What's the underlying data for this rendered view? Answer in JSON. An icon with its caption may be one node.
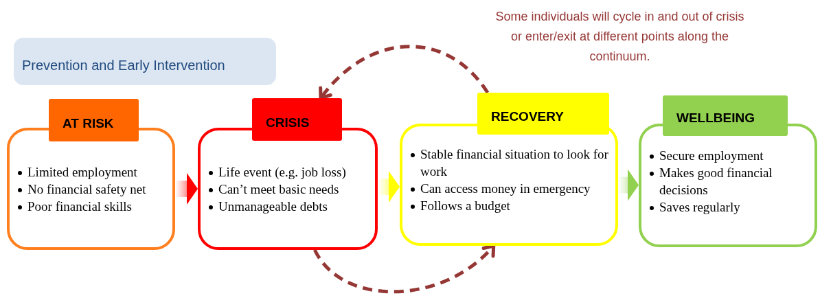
{
  "diagram": {
    "nodes": [
      {
        "text": [
          "Prevention and Early Intervention"
        ]
      },
      {
        "text": [
          "AT RISK",
          "Limited employment",
          "No financial safety net",
          "Poor financial skills"
        ]
      },
      {
        "text": [
          "CRISIS",
          "Life event (e.g. job loss)",
          "Can’t meet basic needs",
          "Unmanageable debts"
        ]
      },
      {
        "text": [
          "RECOVERY",
          "Stable financial situation to look for work",
          "Can access money in emergency",
          "Follows a budget"
        ]
      },
      {
        "text": [
          "WELLBEING",
          "Secure employment",
          "Makes good financial decisions",
          "Saves regularly"
        ]
      }
    ],
    "edges": [
      {
        "from": 1,
        "to": 2,
        "arrow": "to"
      },
      {
        "from": 2,
        "to": 3,
        "arrow": "to"
      },
      {
        "from": 3,
        "to": 4,
        "arrow": "to"
      },
      {
        "from": 3,
        "to": 2,
        "arrow": "to",
        "style": "dashed",
        "color": "#953735"
      },
      {
        "from": 2,
        "to": 3,
        "arrow": "to",
        "style": "dashed",
        "color": "#953735"
      }
    ],
    "labels": [
      "Some individuals will cycle in and out of crisis or enter/exit at different points along the continuum."
    ]
  }
}
